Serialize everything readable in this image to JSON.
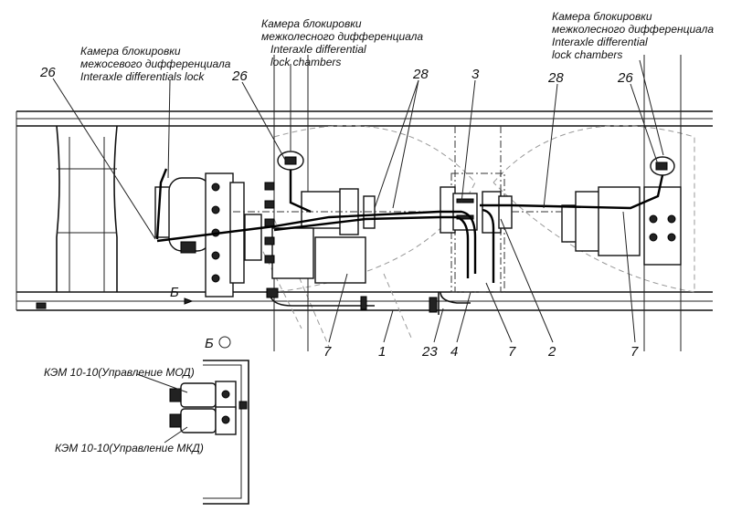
{
  "labels": {
    "interaxle_ru_1": "Камера блокировки",
    "interaxle_ru_2": "межосевого дифференциала",
    "interaxle_en": "Interaxle differentials lock",
    "wheel_mid_ru_1": "Камера блокировки",
    "wheel_mid_ru_2": "межколесного дифференциала",
    "wheel_mid_en_1": "Interaxle differential",
    "wheel_mid_en_2": "lock chambers",
    "wheel_right_ru_1": "Камера блокировки",
    "wheel_right_ru_2": "межколесного дифференциала",
    "wheel_right_en_1": "Interaxle differential",
    "wheel_right_en_2": "lock chambers",
    "kem_mod": "КЭМ 10-10(Управление МОД)",
    "kem_mkd": "КЭМ 10-10(Управление МКД)",
    "view_arrow": "Б",
    "view_title": "Б"
  },
  "callouts": {
    "c26_left": "26",
    "c26_mid": "26",
    "c28_mid": "28",
    "c3": "3",
    "c28_right": "28",
    "c26_right": "26",
    "c7_a": "7",
    "c1": "1",
    "c23": "23",
    "c4": "4",
    "c7_b": "7",
    "c2": "2",
    "c7_c": "7"
  }
}
